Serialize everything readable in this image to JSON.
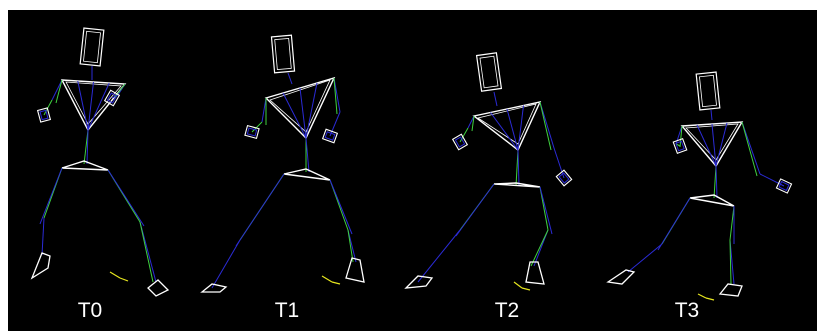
{
  "figure": {
    "background": "#000000",
    "colors": {
      "bone": "#ffffff",
      "marker_blue": "#2b2bd6",
      "marker_green": "#3fd23f",
      "marker_yellow": "#e6e61e"
    },
    "frames": [
      {
        "id": "t0",
        "label": "T0"
      },
      {
        "id": "t1",
        "label": "T1"
      },
      {
        "id": "t2",
        "label": "T2"
      },
      {
        "id": "t3",
        "label": "T3"
      }
    ]
  }
}
